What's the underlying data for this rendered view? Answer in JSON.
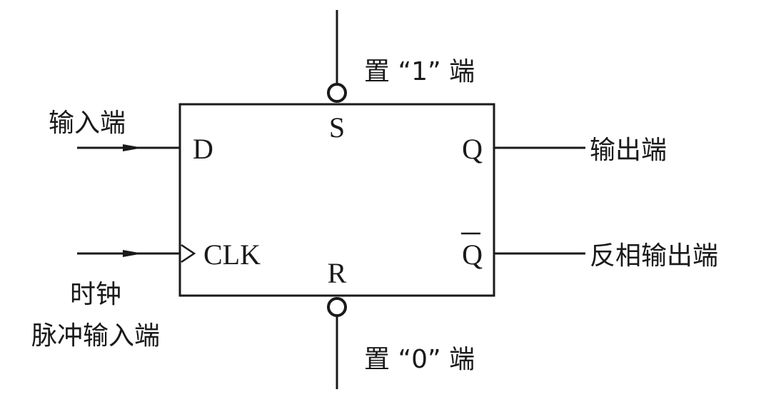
{
  "chip": {
    "pins": {
      "d": "D",
      "clk": "CLK",
      "s": "S",
      "r": "R",
      "q": "Q",
      "q_bar": "Q"
    }
  },
  "labels": {
    "set_terminal": "置 “1” 端",
    "reset_terminal": "置 “0” 端",
    "input_terminal": "输入端",
    "clock_line1": "时钟",
    "clock_line2": "脉冲输入端",
    "output_terminal": "输出端",
    "inverted_output_terminal": "反相输出端"
  },
  "colors": {
    "stroke": "#1a1a1a",
    "text": "#1a1a1a",
    "background": "#ffffff"
  }
}
